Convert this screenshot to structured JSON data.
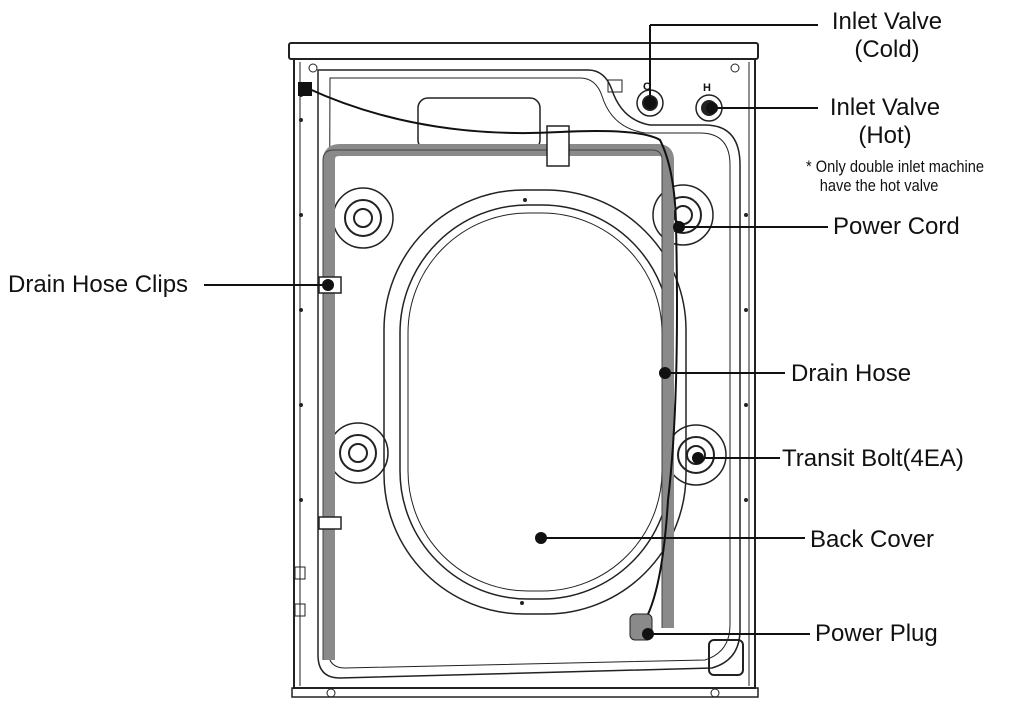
{
  "labels": {
    "inlet_cold": {
      "line1": "Inlet Valve",
      "line2": "(Cold)"
    },
    "inlet_hot": {
      "line1": "Inlet Valve",
      "line2": "(Hot)"
    },
    "hot_note": {
      "line1": "* Only double inlet machine",
      "line2": "have the hot valve"
    },
    "power_cord": "Power Cord",
    "drain_hose_clips": "Drain Hose Clips",
    "drain_hose": "Drain Hose",
    "transit_bolt": "Transit Bolt(4EA)",
    "back_cover": "Back Cover",
    "power_plug": "Power Plug"
  },
  "valve_marks": {
    "cold": "C",
    "hot": "H"
  }
}
